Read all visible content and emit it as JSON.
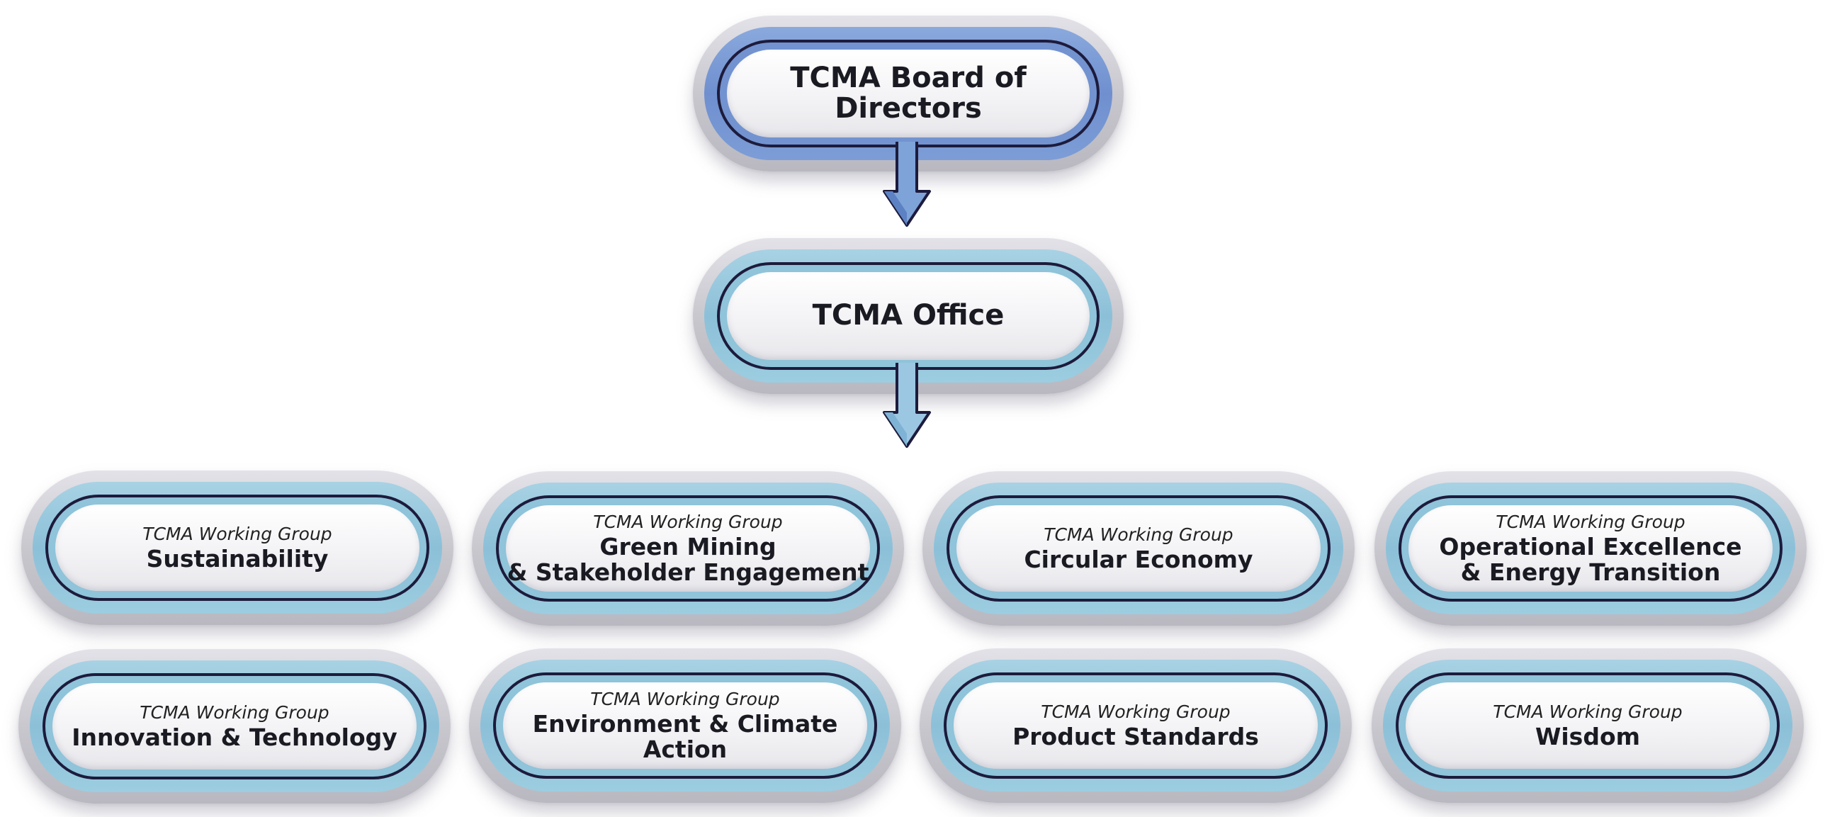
{
  "board": {
    "title": "TCMA Board of Directors"
  },
  "office": {
    "title": "TCMA Office"
  },
  "working_groups": [
    {
      "label": "TCMA Working Group",
      "title": "Sustainability"
    },
    {
      "label": "TCMA Working Group",
      "title": "Green Mining\n& Stakeholder  Engagement"
    },
    {
      "label": "TCMA Working Group",
      "title": "Circular Economy"
    },
    {
      "label": "TCMA Working Group",
      "title": "Operational Excellence\n& Energy Transition"
    },
    {
      "label": "TCMA Working Group",
      "title": "Innovation & Technology"
    },
    {
      "label": "TCMA Working Group",
      "title": "Environment & Climate Action"
    },
    {
      "label": "TCMA Working Group",
      "title": "Product Standards"
    },
    {
      "label": "TCMA Working Group",
      "title": "Wisdom"
    }
  ],
  "colors": {
    "outline": "#1d1b3c",
    "board_ring": "#7293d0",
    "group_ring": "#8fc4da",
    "outer_shell": "#c6c5cc"
  }
}
